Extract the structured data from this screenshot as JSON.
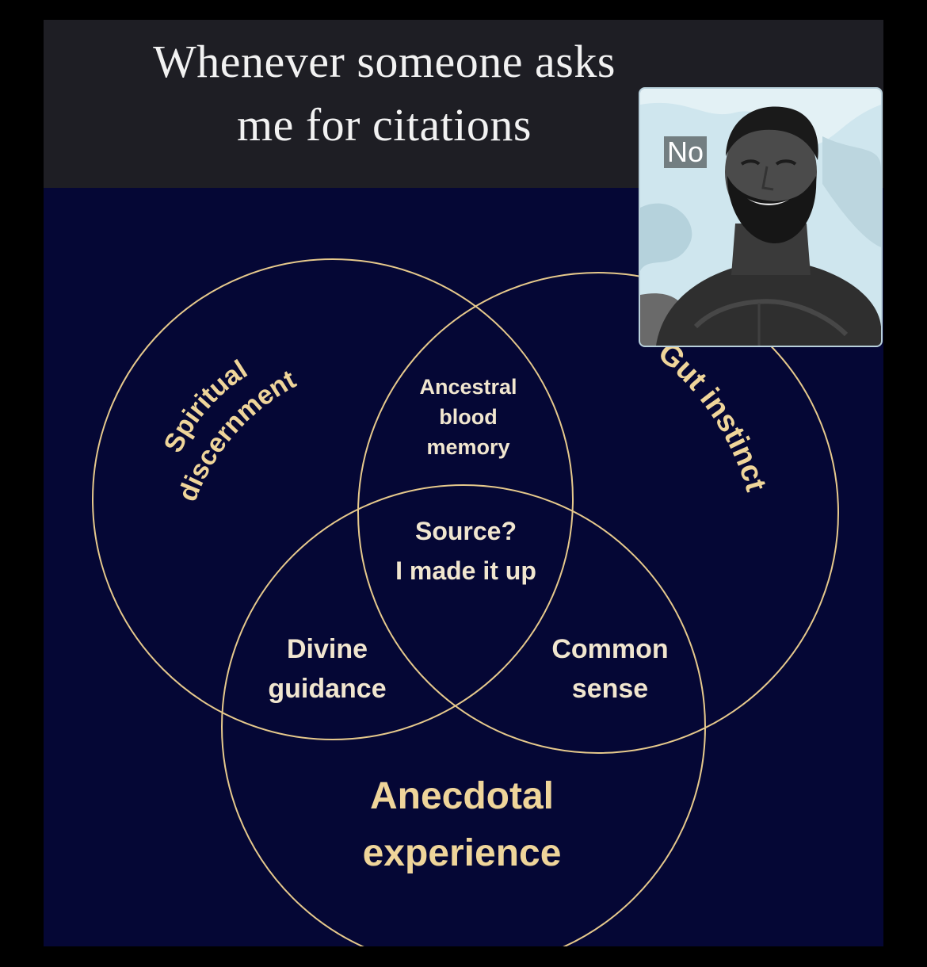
{
  "caption": {
    "line1": "Whenever someone asks",
    "line2": "me for citations"
  },
  "inset": {
    "label": "No"
  },
  "venn": {
    "sets": {
      "top_left": [
        "Spiritual",
        "discernment"
      ],
      "top_right": "Gut instinct",
      "bottom": [
        "Anecdotal",
        "experience"
      ]
    },
    "intersections": {
      "top_left_top_right": [
        "Ancestral",
        "blood",
        "memory"
      ],
      "top_left_bottom": [
        "Divine",
        "guidance"
      ],
      "top_right_bottom": [
        "Common",
        "sense"
      ],
      "all": [
        "Source?",
        "I made it up"
      ]
    },
    "colors": {
      "background": "#050735",
      "circle_stroke": "#e6c98c",
      "label": "#efd59a"
    }
  }
}
